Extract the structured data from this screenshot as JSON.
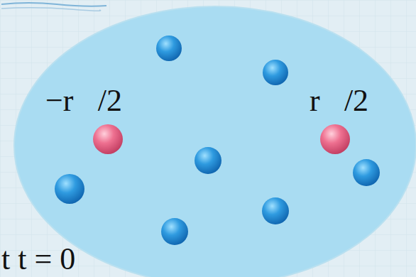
{
  "diagram": {
    "labels": [
      "−r⃗/2",
      "r⃗/2",
      "t t = 0"
    ]
  }
}
